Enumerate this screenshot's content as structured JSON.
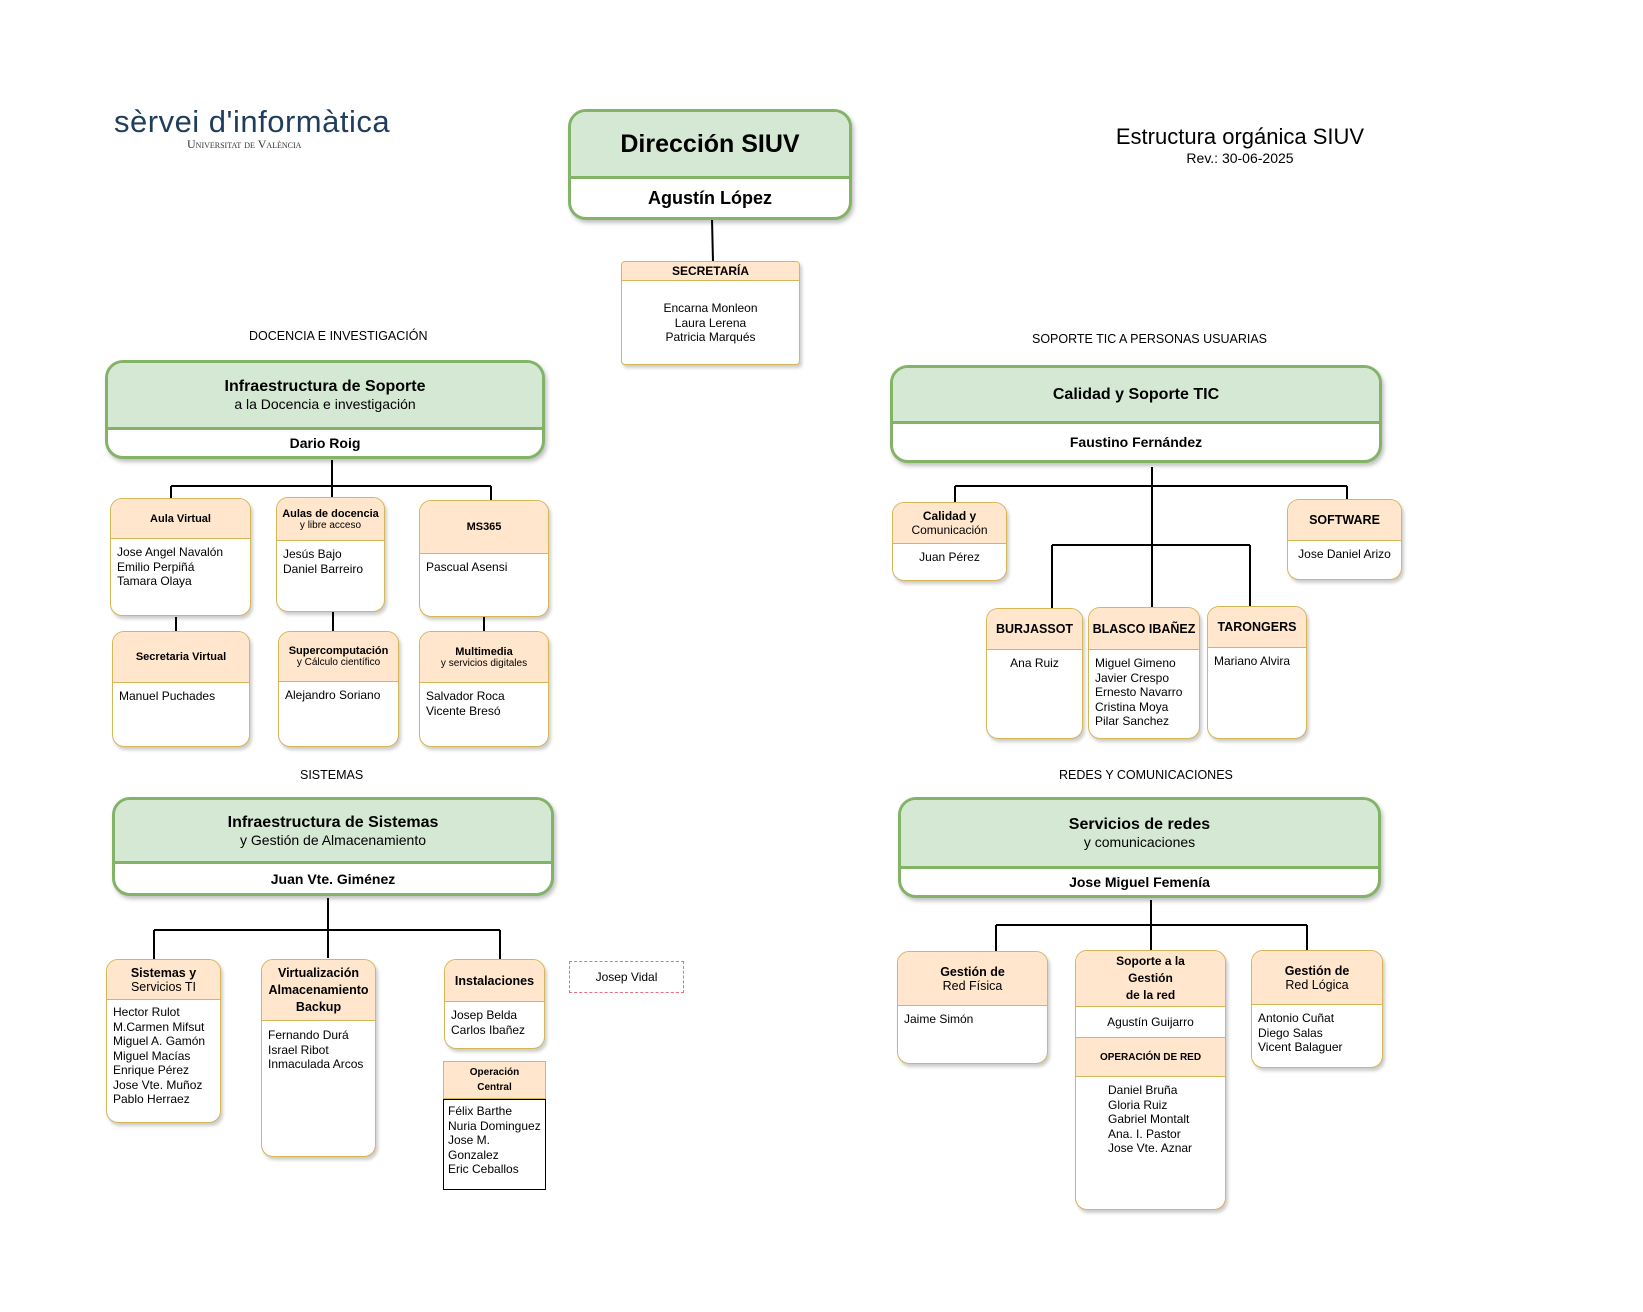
{
  "logo": {
    "main": "sèrvei d'informàtica",
    "sub": "Universitat de València"
  },
  "header": {
    "title": "Estructura orgánica SIUV",
    "revision": "Rev.: 30-06-2025"
  },
  "direccion": {
    "title": "Dirección SIUV",
    "head": "Agustín López"
  },
  "secretaria": {
    "title": "SECRETARÍA",
    "members": "Encarna Monleon\nLaura Lerena\nPatricia Marqués"
  },
  "sections": {
    "docencia": "DOCENCIA E INVESTIGACIÓN",
    "soporte": "SOPORTE TIC A PERSONAS USUARIAS",
    "sistemas": "SISTEMAS",
    "redes": "REDES Y COMUNICACIONES"
  },
  "units": {
    "infra_soporte": {
      "title": "Infraestructura de Soporte",
      "subtitle": "a la Docencia e investigación",
      "head": "Dario Roig"
    },
    "calidad": {
      "title": "Calidad y Soporte TIC",
      "head": "Faustino Fernández"
    },
    "infra_sistemas": {
      "title": "Infraestructura de Sistemas",
      "subtitle": "y Gestión de Almacenamiento",
      "head": "Juan Vte. Giménez"
    },
    "redes": {
      "title": "Servicios de redes",
      "subtitle": "y comunicaciones",
      "head": "Jose Miguel Femenía"
    }
  },
  "teams": {
    "aula_virtual": {
      "title": "Aula Virtual",
      "members": "Jose Angel Navalón\nEmilio Perpiñá\nTamara Olaya"
    },
    "aulas_docencia": {
      "title": "Aulas de docencia",
      "subtitle": "y libre acceso",
      "members": "Jesús Bajo\nDaniel Barreiro"
    },
    "ms365": {
      "title": "MS365",
      "members": "Pascual Asensi"
    },
    "secretaria_virtual": {
      "title": "Secretaria Virtual",
      "members": "Manuel Puchades"
    },
    "supercomputacion": {
      "title": "Supercomputación",
      "subtitle": "y Cálculo científico",
      "members": "Alejandro Soriano"
    },
    "multimedia": {
      "title": "Multimedia",
      "subtitle": "y servicios digitales",
      "members": "Salvador Roca\nVicente Bresó"
    },
    "calidad_com": {
      "title": "Calidad y",
      "subtitle": "Comunicación",
      "members": "Juan Pérez"
    },
    "software": {
      "title": "SOFTWARE",
      "members": "Jose Daniel Arizo"
    },
    "burjassot": {
      "title": "BURJASSOT",
      "members": "Ana Ruiz"
    },
    "blasco": {
      "title": "BLASCO IBAÑEZ",
      "members": "Miguel Gimeno\nJavier Crespo\nErnesto Navarro\nCristina Moya\nPilar Sanchez"
    },
    "tarongers": {
      "title": "TARONGERS",
      "members": "Mariano Alvira"
    },
    "sistemas_ti": {
      "title": "Sistemas y",
      "subtitle": "Servicios TI",
      "members": "Hector Rulot\nM.Carmen Mifsut\nMiguel A. Gamón\nMiguel Macías\nEnrique Pérez\nJose Vte. Muñoz\nPablo Herraez"
    },
    "virtualizacion": {
      "title": "Virtualización\nAlmacenamiento\nBackup",
      "members": "Fernando Durá\nIsrael Ribot\nInmaculada Arcos"
    },
    "instalaciones": {
      "title": "Instalaciones",
      "members": "Josep Belda\nCarlos Ibañez"
    },
    "operacion_central": {
      "title": "Operación\nCentral",
      "members": "Félix Barthe\nNuria Dominguez\nJose M.\nGonzalez\nEric Ceballos"
    },
    "josep_vidal": {
      "name": "Josep Vidal"
    },
    "red_fisica": {
      "title": "Gestión de",
      "subtitle": "Red Física",
      "members": "Jaime Simón"
    },
    "soporte_red": {
      "title": "Soporte a la\nGestión\nde la red",
      "head": "Agustín Guijarro",
      "sub_title": "OPERACIÓN DE RED",
      "members": "Daniel Bruña\nGloria Ruiz\nGabriel Montalt\nAna. I. Pastor\nJose Vte. Aznar"
    },
    "red_logica": {
      "title": "Gestión de",
      "subtitle": "Red Lógica",
      "members": "Antonio Cuñat\nDiego Salas\nVicent Balaguer"
    }
  }
}
